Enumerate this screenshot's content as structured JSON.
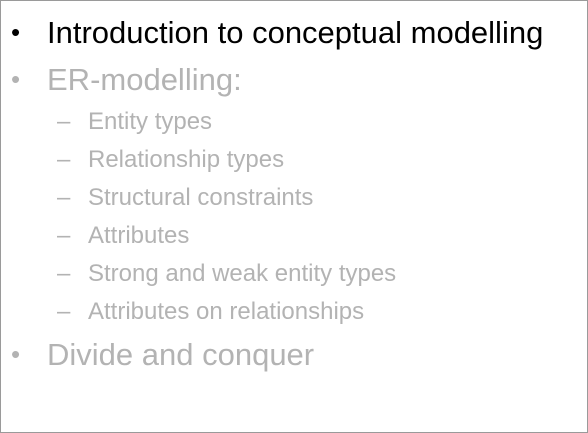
{
  "slide": {
    "colors": {
      "active_text": "#000000",
      "dimmed_text": "#b3b3b3",
      "frame": "#9a9a9a",
      "background": "#ffffff"
    },
    "bullet_symbol": "•",
    "dash_symbol": "–",
    "items": [
      {
        "label": "Introduction to conceptual modelling",
        "state": "active"
      },
      {
        "label": "ER-modelling:",
        "state": "dimmed",
        "subitems": [
          {
            "label": "Entity types"
          },
          {
            "label": "Relationship types"
          },
          {
            "label": "Structural constraints"
          },
          {
            "label": "Attributes"
          },
          {
            "label": "Strong and weak entity types"
          },
          {
            "label": "Attributes on relationships"
          }
        ]
      },
      {
        "label": "Divide and conquer",
        "state": "dimmed"
      }
    ]
  }
}
